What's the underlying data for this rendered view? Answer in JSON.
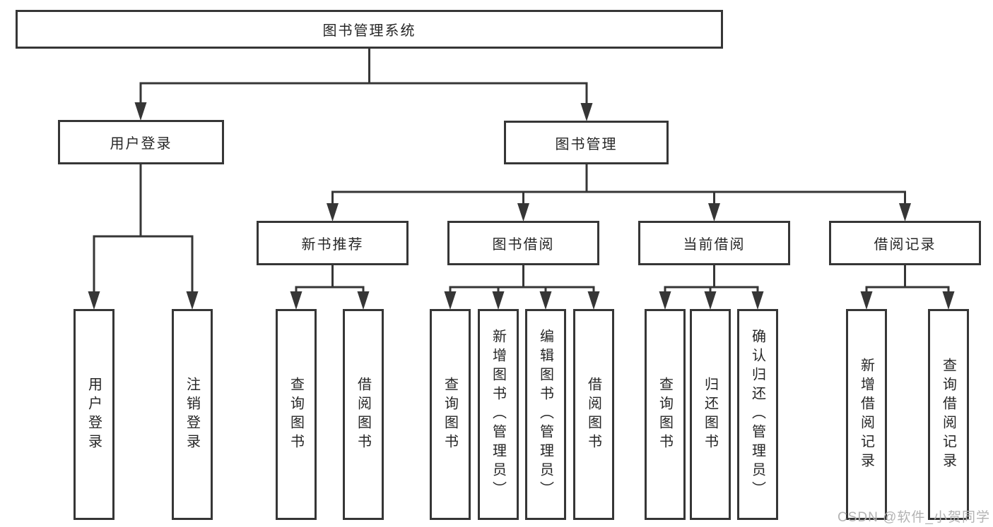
{
  "diagram": {
    "title": "图书管理系统",
    "nodes": {
      "root": {
        "label": "图书管理系统",
        "parent": null
      },
      "user-login": {
        "label": "用户登录",
        "parent": "root"
      },
      "book-mgmt": {
        "label": "图书管理",
        "parent": "root"
      },
      "new-book-rec": {
        "label": "新书推荐",
        "parent": "book-mgmt"
      },
      "book-borrow": {
        "label": "图书借阅",
        "parent": "book-mgmt"
      },
      "current-borrow": {
        "label": "当前借阅",
        "parent": "book-mgmt"
      },
      "borrow-record": {
        "label": "借阅记录",
        "parent": "book-mgmt"
      },
      "leaf-user-login": {
        "label": "用户登录",
        "parent": "user-login"
      },
      "leaf-logout": {
        "label": "注销登录",
        "parent": "user-login"
      },
      "leaf-rec-query-book": {
        "label": "查询图书",
        "parent": "new-book-rec"
      },
      "leaf-rec-borrow-book": {
        "label": "借阅图书",
        "parent": "new-book-rec"
      },
      "leaf-bb-query-book": {
        "label": "查询图书",
        "parent": "book-borrow"
      },
      "leaf-bb-add-book": {
        "label": "新增图书（管理员）",
        "parent": "book-borrow"
      },
      "leaf-bb-edit-book": {
        "label": "编辑图书（管理员）",
        "parent": "book-borrow"
      },
      "leaf-bb-borrow-book": {
        "label": "借阅图书",
        "parent": "book-borrow"
      },
      "leaf-cb-query-book": {
        "label": "查询图书",
        "parent": "current-borrow"
      },
      "leaf-cb-return-book": {
        "label": "归还图书",
        "parent": "current-borrow"
      },
      "leaf-cb-confirm": {
        "label": "确认归还（管理员）",
        "parent": "current-borrow"
      },
      "leaf-br-add-record": {
        "label": "新增借阅记录",
        "parent": "borrow-record"
      },
      "leaf-br-query-record": {
        "label": "查询借阅记录",
        "parent": "borrow-record"
      }
    }
  },
  "watermark": {
    "text": "CSDN @软件_小贺同学"
  },
  "colors": {
    "line": "#363636",
    "text": "#262626",
    "background": "#ffffff",
    "watermark": "#b3b3b3"
  }
}
